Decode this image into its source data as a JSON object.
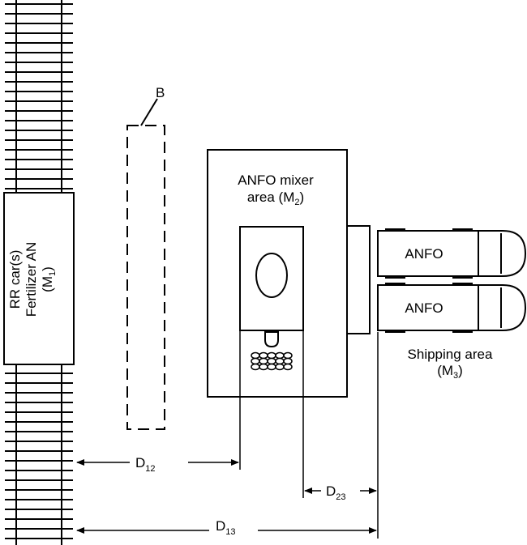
{
  "labels": {
    "barrier": "B",
    "rr_line1": "RR car(s)",
    "rr_line2": "Fertilizer AN",
    "rr_m": "(M",
    "rr_m_sub": "1",
    "rr_m_close": ")",
    "mixer_line1": "ANFO mixer",
    "mixer_line2_a": "area (M",
    "mixer_line2_sub": "2",
    "mixer_line2_close": ")",
    "truck1": "ANFO",
    "truck2": "ANFO",
    "shipping_line1": "Shipping area",
    "shipping_m": "(M",
    "shipping_m_sub": "3",
    "shipping_m_close": ")",
    "d12": "D",
    "d12_sub": "12",
    "d23": "D",
    "d23_sub": "23",
    "d13": "D",
    "d13_sub": "13"
  },
  "colors": {
    "ink": "#000000",
    "background": "#ffffff"
  }
}
